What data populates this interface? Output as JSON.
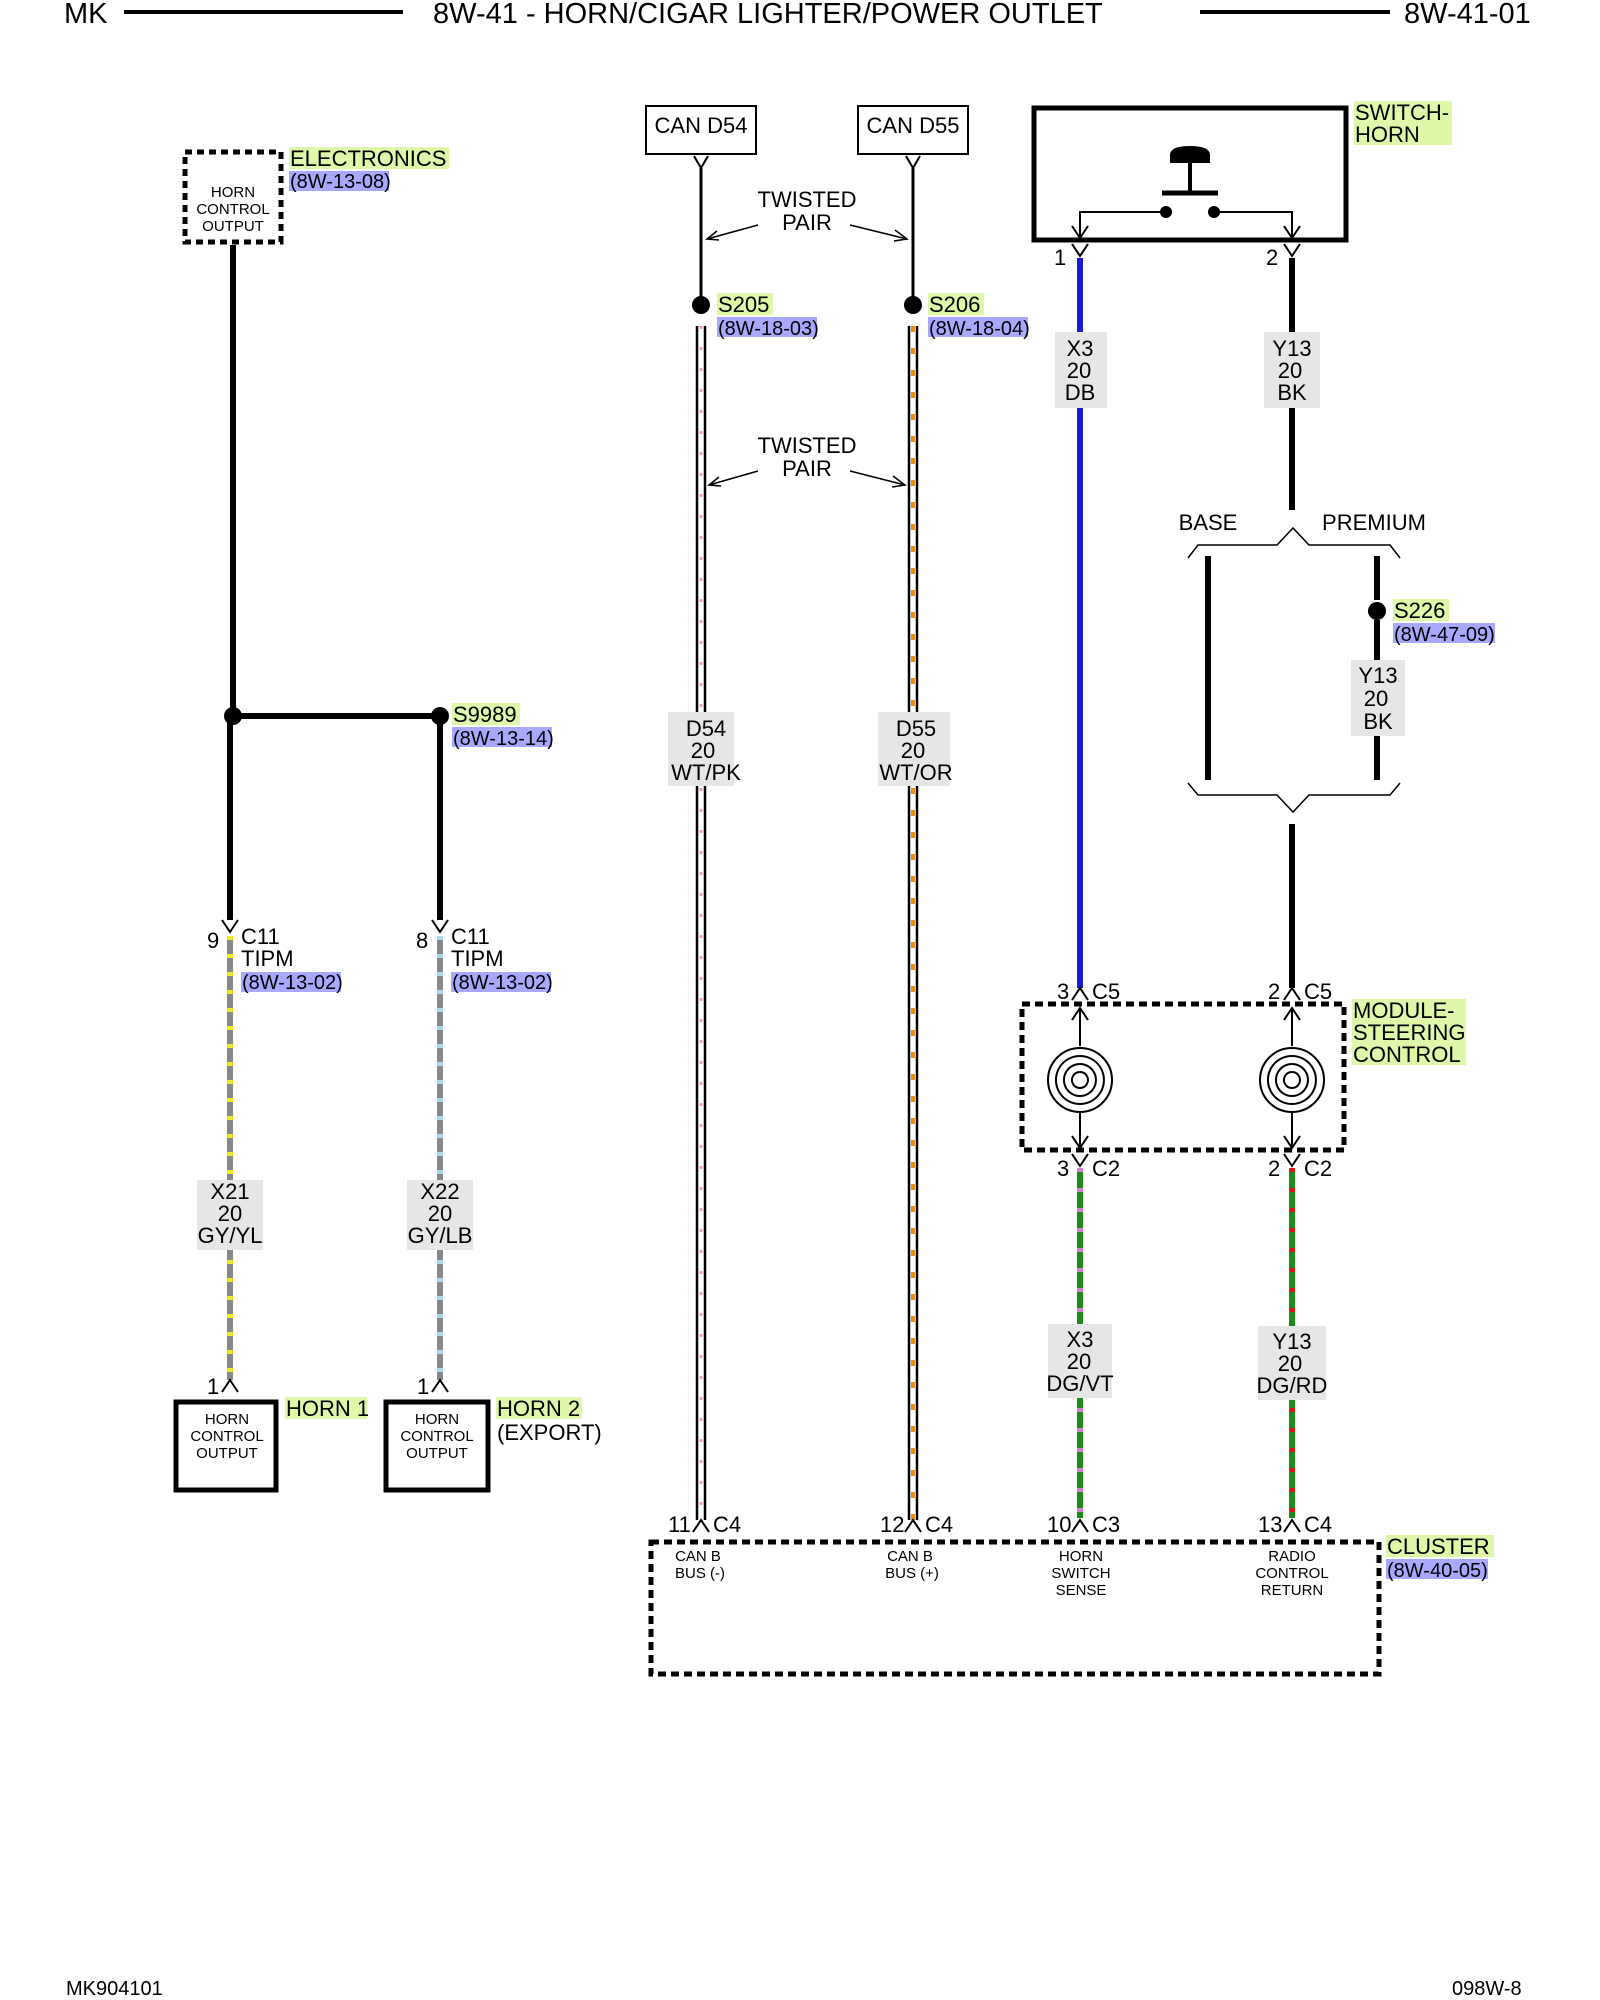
{
  "header": {
    "left": "MK",
    "title": "8W-41 - HORN/CIGAR LIGHTER/POWER OUTLET",
    "right": "8W-41-01"
  },
  "footer": {
    "left": "MK904101",
    "right": "098W-8"
  },
  "components": {
    "electronics": {
      "name": "ELECTRONICS",
      "ref": "(8W-13-08)",
      "inner": [
        "HORN",
        "CONTROL",
        "OUTPUT"
      ]
    },
    "switch_horn": {
      "name": [
        "SWITCH-",
        "HORN"
      ],
      "pin1": "1",
      "pin2": "2"
    },
    "can_d54": {
      "label": "CAN D54"
    },
    "can_d55": {
      "label": "CAN D55"
    },
    "horn1": {
      "name": "HORN 1",
      "pin": "1",
      "inner": [
        "HORN",
        "CONTROL",
        "OUTPUT"
      ]
    },
    "horn2": {
      "name": "HORN 2",
      "note": "(EXPORT)",
      "pin": "1",
      "inner": [
        "HORN",
        "CONTROL",
        "OUTPUT"
      ]
    },
    "module": {
      "name": [
        "MODULE-",
        "STEERING",
        "CONTROL"
      ]
    },
    "cluster": {
      "name": "CLUSTER",
      "ref": "(8W-40-05)",
      "pins": [
        {
          "pin": "11",
          "conn": "C4",
          "label": [
            "CAN B",
            "BUS (-)"
          ]
        },
        {
          "pin": "12",
          "conn": "C4",
          "label": [
            "CAN B",
            "BUS (+)"
          ]
        },
        {
          "pin": "10",
          "conn": "C3",
          "label": [
            "HORN",
            "SWITCH",
            "SENSE"
          ]
        },
        {
          "pin": "13",
          "conn": "C4",
          "label": [
            "RADIO",
            "CONTROL",
            "RETURN"
          ]
        }
      ]
    }
  },
  "splices": {
    "s205": {
      "name": "S205",
      "ref": "(8W-18-03)"
    },
    "s206": {
      "name": "S206",
      "ref": "(8W-18-04)"
    },
    "s226": {
      "name": "S226",
      "ref": "(8W-47-09)"
    },
    "s9989": {
      "name": "S9989",
      "ref": "(8W-13-14)"
    }
  },
  "connectors": {
    "c11_9": {
      "pin": "9",
      "name": "C11",
      "sub": "TIPM",
      "ref": "(8W-13-02)"
    },
    "c11_8": {
      "pin": "8",
      "name": "C11",
      "sub": "TIPM",
      "ref": "(8W-13-02)"
    },
    "c5_3": {
      "pin": "3",
      "name": "C5"
    },
    "c5_2": {
      "pin": "2",
      "name": "C5"
    },
    "c2_3": {
      "pin": "3",
      "name": "C2"
    },
    "c2_2": {
      "pin": "2",
      "name": "C2"
    }
  },
  "wires": {
    "x21": [
      "X21",
      "20",
      "GY/YL"
    ],
    "x22": [
      "X22",
      "20",
      "GY/LB"
    ],
    "d54": [
      "D54",
      "20",
      "WT/PK"
    ],
    "d55": [
      "D55",
      "20",
      "WT/OR"
    ],
    "x3_top": [
      "X3",
      "20",
      "DB"
    ],
    "y13_top": [
      "Y13",
      "20",
      "BK"
    ],
    "y13_mid": [
      "Y13",
      "20",
      "BK"
    ],
    "x3_bot": [
      "X3",
      "20",
      "DG/VT"
    ],
    "y13_bot": [
      "Y13",
      "20",
      "DG/RD"
    ]
  },
  "annotations": {
    "twisted1": [
      "TWISTED",
      "PAIR"
    ],
    "twisted2": [
      "TWISTED",
      "PAIR"
    ],
    "base": "BASE",
    "premium": "PREMIUM"
  },
  "colors": {
    "splice_green": "#dff7a8",
    "ref_blue": "#a8a8ff",
    "wire_label_bg": "#e6e6e6",
    "wire_db": "#1a1ad8",
    "wire_gray": "#888888",
    "wire_yellow": "#f2ea1c",
    "wire_lightblue": "#a9d8f0",
    "wire_green": "#1a8c1a",
    "wire_violet": "#d27ad2",
    "wire_red": "#e01818",
    "wire_pink": "#f0a0b0",
    "wire_orange": "#e89010"
  }
}
